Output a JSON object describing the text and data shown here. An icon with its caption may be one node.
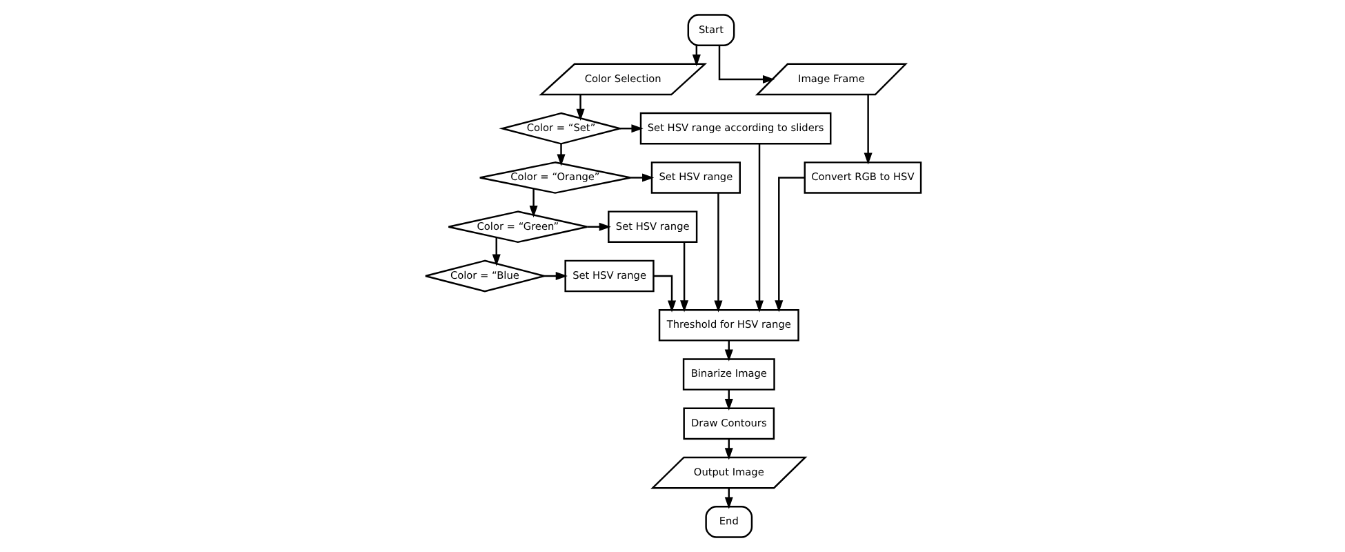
{
  "diagram": {
    "nodes": [
      {
        "text": [
          "Start"
        ]
      },
      {
        "text": [
          "Color Selection"
        ]
      },
      {
        "text": [
          "Image Frame"
        ]
      },
      {
        "text": [
          "Color = “Set”"
        ]
      },
      {
        "text": [
          "Set HSV range according to sliders"
        ]
      },
      {
        "text": [
          "Convert RGB to HSV"
        ]
      },
      {
        "text": [
          "Threshold for HSV range"
        ]
      },
      {
        "text": [
          "Color = “Orange”"
        ]
      },
      {
        "text": [
          "Set HSV range"
        ]
      },
      {
        "text": [
          "Binarize Image"
        ]
      },
      {
        "text": [
          "Color = “Green”"
        ]
      },
      {
        "text": [
          "Set HSV range"
        ]
      },
      {
        "text": [
          "Draw Contours"
        ]
      },
      {
        "text": [
          "Output Image"
        ]
      },
      {
        "text": [
          "Color = “Blue"
        ]
      },
      {
        "text": [
          "Set HSV range"
        ]
      },
      {
        "text": [
          "End"
        ]
      }
    ],
    "edges": [
      {
        "from": 0,
        "to": 1,
        "arrow": "to"
      },
      {
        "from": 0,
        "to": 2,
        "arrow": "to"
      },
      {
        "from": 1,
        "to": 3,
        "arrow": "to"
      },
      {
        "from": 3,
        "to": 4,
        "arrow": "to"
      },
      {
        "from": 3,
        "to": 7,
        "arrow": "to"
      },
      {
        "from": 7,
        "to": 8,
        "arrow": "to"
      },
      {
        "from": 7,
        "to": 10,
        "arrow": "to"
      },
      {
        "from": 10,
        "to": 11,
        "arrow": "to"
      },
      {
        "from": 10,
        "to": 14,
        "arrow": "to"
      },
      {
        "from": 14,
        "to": 15,
        "arrow": "to"
      },
      {
        "from": 4,
        "to": 6,
        "arrow": "to"
      },
      {
        "from": 8,
        "to": 6,
        "arrow": "to"
      },
      {
        "from": 11,
        "to": 6,
        "arrow": "to"
      },
      {
        "from": 15,
        "to": 6,
        "arrow": "to"
      },
      {
        "from": 2,
        "to": 5,
        "arrow": "to"
      },
      {
        "from": 5,
        "to": 6,
        "arrow": "to"
      },
      {
        "from": 6,
        "to": 9,
        "arrow": "to"
      },
      {
        "from": 9,
        "to": 12,
        "arrow": "to"
      },
      {
        "from": 12,
        "to": 13,
        "arrow": "to"
      },
      {
        "from": 13,
        "to": 16,
        "arrow": "to"
      }
    ]
  }
}
